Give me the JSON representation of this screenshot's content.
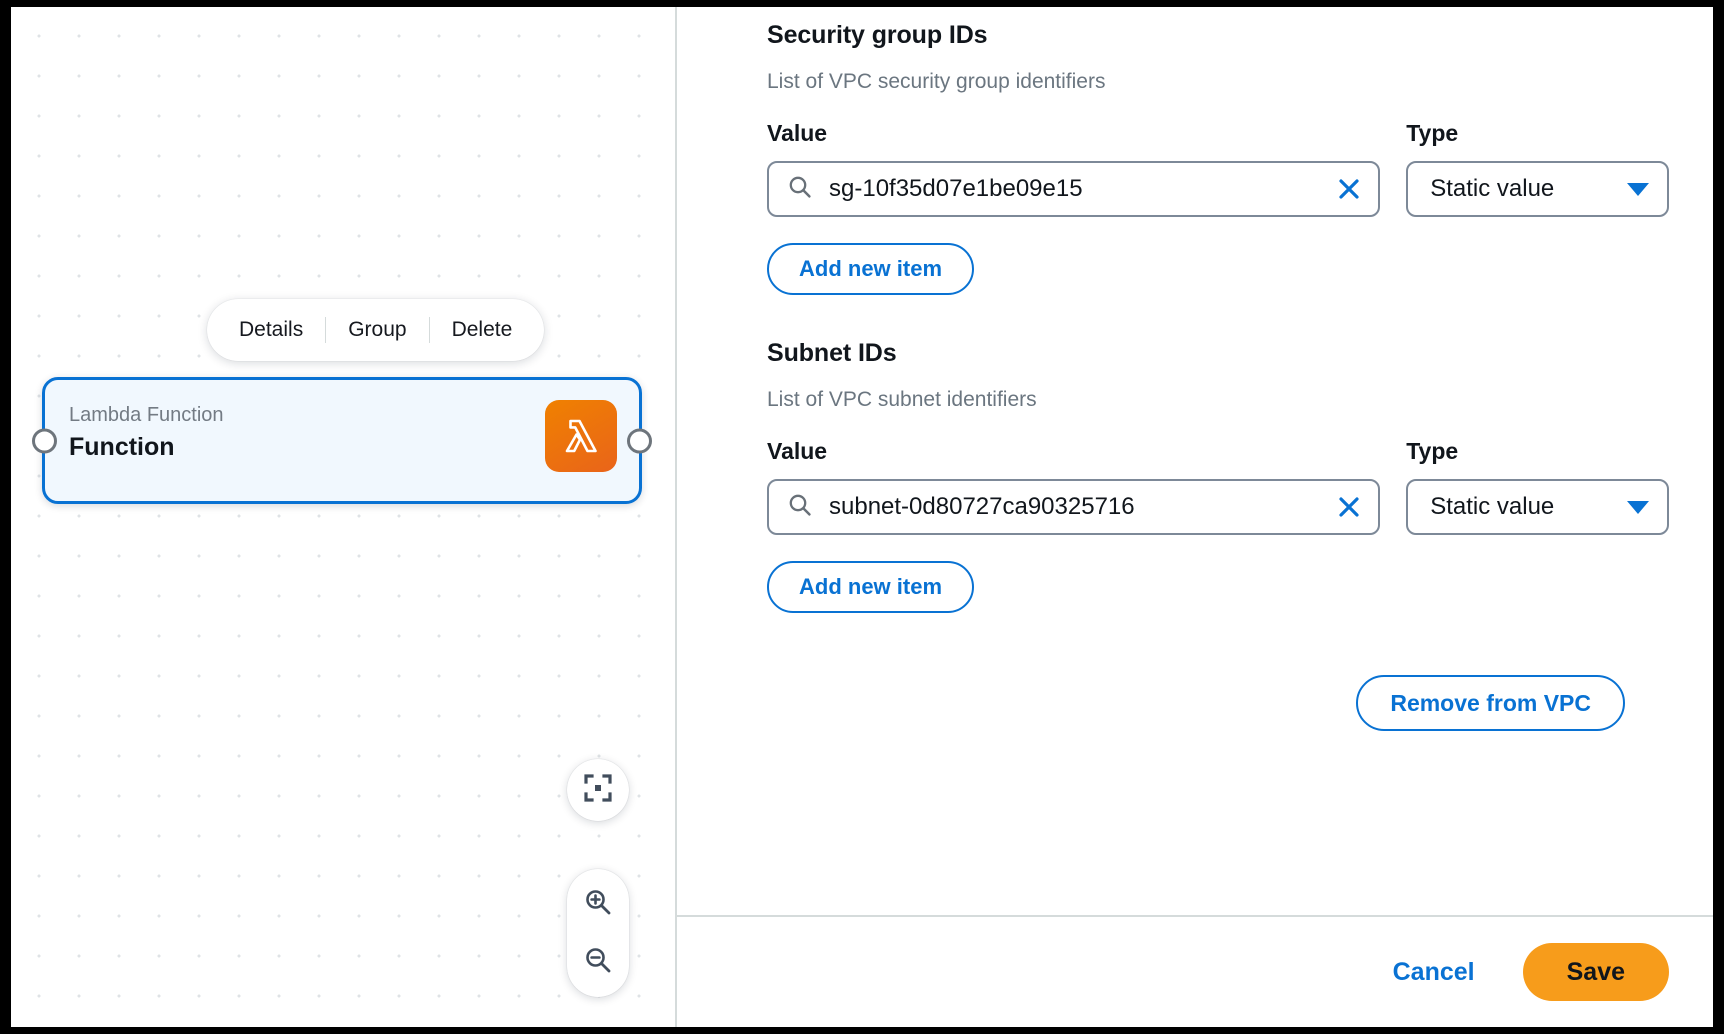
{
  "canvas": {
    "node_toolbar": [
      {
        "label": "Details",
        "name": "details"
      },
      {
        "label": "Group",
        "name": "group"
      },
      {
        "label": "Delete",
        "name": "delete"
      }
    ],
    "node": {
      "subtitle": "Lambda Function",
      "title": "Function",
      "icon": "aws-lambda-icon",
      "accent": "#0972d3",
      "background": "#f1f8fe",
      "icon_color": "#ec7211"
    },
    "controls": [
      {
        "name": "fit-to-screen-icon",
        "label": "Fit to screen"
      },
      {
        "name": "zoom-in-icon",
        "label": "Zoom in"
      },
      {
        "name": "zoom-out-icon",
        "label": "Zoom out"
      }
    ]
  },
  "panel": {
    "sections": [
      {
        "title": "Security group IDs",
        "description": "List of VPC security group identifiers",
        "value_label": "Value",
        "type_label": "Type",
        "value": "sg-10f35d07e1be09e15",
        "type_value": "Static value",
        "add_label": "Add new item",
        "search_icon": "search-icon",
        "clear_icon": "close-icon"
      },
      {
        "title": "Subnet IDs",
        "description": "List of VPC subnet identifiers",
        "value_label": "Value",
        "type_label": "Type",
        "value": "subnet-0d80727ca90325716",
        "type_value": "Static value",
        "add_label": "Add new item",
        "search_icon": "search-icon",
        "clear_icon": "close-icon"
      }
    ],
    "remove_vpc_label": "Remove from VPC",
    "footer": {
      "cancel_label": "Cancel",
      "save_label": "Save",
      "save_color": "#f79c1b"
    }
  }
}
